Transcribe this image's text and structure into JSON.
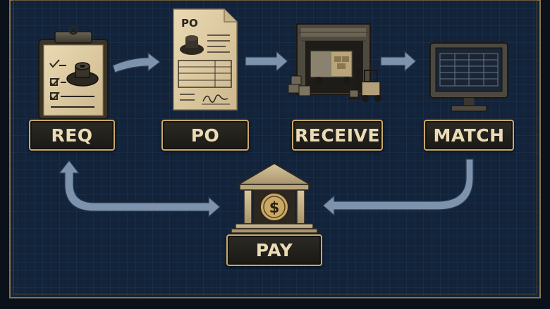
{
  "steps": {
    "req": {
      "label": "REQ",
      "icon": "clipboard-checklist-icon"
    },
    "po": {
      "label": "PO",
      "doc_heading": "PO",
      "icon": "purchase-order-document-icon"
    },
    "receive": {
      "label": "RECEIVE",
      "icon": "warehouse-forklift-icon"
    },
    "match": {
      "label": "MATCH",
      "icon": "computer-monitor-icon"
    },
    "pay": {
      "label": "PAY",
      "symbol": "$",
      "icon": "bank-dollar-icon"
    }
  },
  "colors": {
    "background": "#12233a",
    "grid": "#1d3350",
    "gold_border": "#c9a86a",
    "label_text": "#ecdcb6",
    "arrow": "#7d93ad",
    "paper": "#e3d2ac"
  }
}
